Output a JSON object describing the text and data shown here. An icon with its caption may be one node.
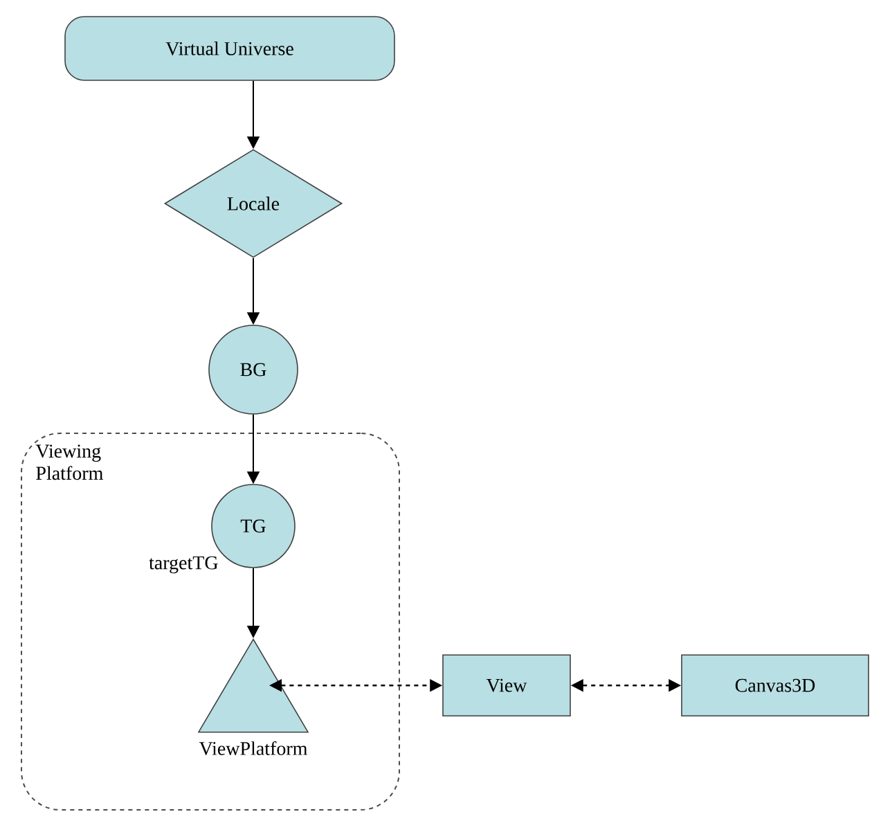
{
  "diagram": {
    "nodes": [
      {
        "text": [
          "Virtual Universe"
        ]
      },
      {
        "text": [
          "Locale"
        ]
      },
      {
        "text": [
          "BG"
        ]
      },
      {
        "text": [
          "Viewing Platform"
        ]
      },
      {
        "text": [
          "TG"
        ],
        "in": 3,
        "beside": [
          "targetTG"
        ]
      },
      {
        "text": [
          "ViewPlatform"
        ],
        "in": 3
      },
      {
        "text": [
          "View"
        ]
      },
      {
        "text": [
          "Canvas3D"
        ]
      }
    ],
    "edges": [
      {
        "from": 0,
        "to": 1,
        "arrow": "to"
      },
      {
        "from": 1,
        "to": 2,
        "arrow": "to"
      },
      {
        "from": 2,
        "to": 4,
        "arrow": "to"
      },
      {
        "from": 4,
        "to": 5,
        "arrow": "to"
      },
      {
        "from": 5,
        "to": 6,
        "arrow": "both",
        "style": "dashed"
      },
      {
        "from": 6,
        "to": 7,
        "arrow": "both",
        "style": "dashed"
      }
    ]
  }
}
